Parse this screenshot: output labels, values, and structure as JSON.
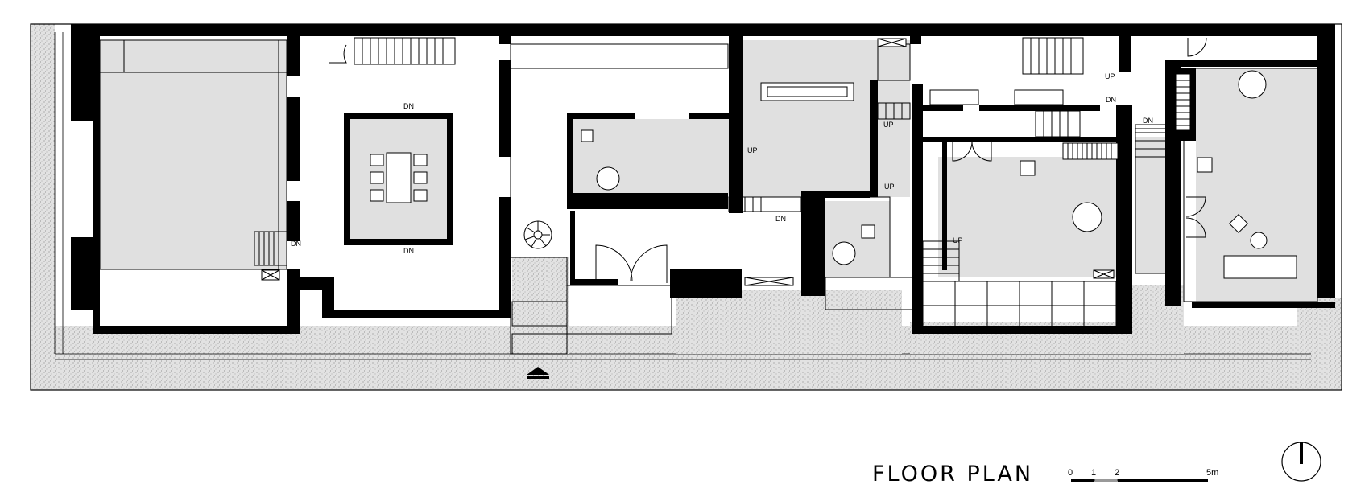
{
  "plan": {
    "title": "FLOOR PLAN",
    "labels": {
      "dn": "DN",
      "up": "UP"
    },
    "scale_bar": {
      "ticks": [
        "0",
        "1",
        "2"
      ],
      "end": "5m"
    },
    "north_arrow_icon": "north-arrow-icon",
    "entrance_icon": "entrance-arrow-icon"
  }
}
